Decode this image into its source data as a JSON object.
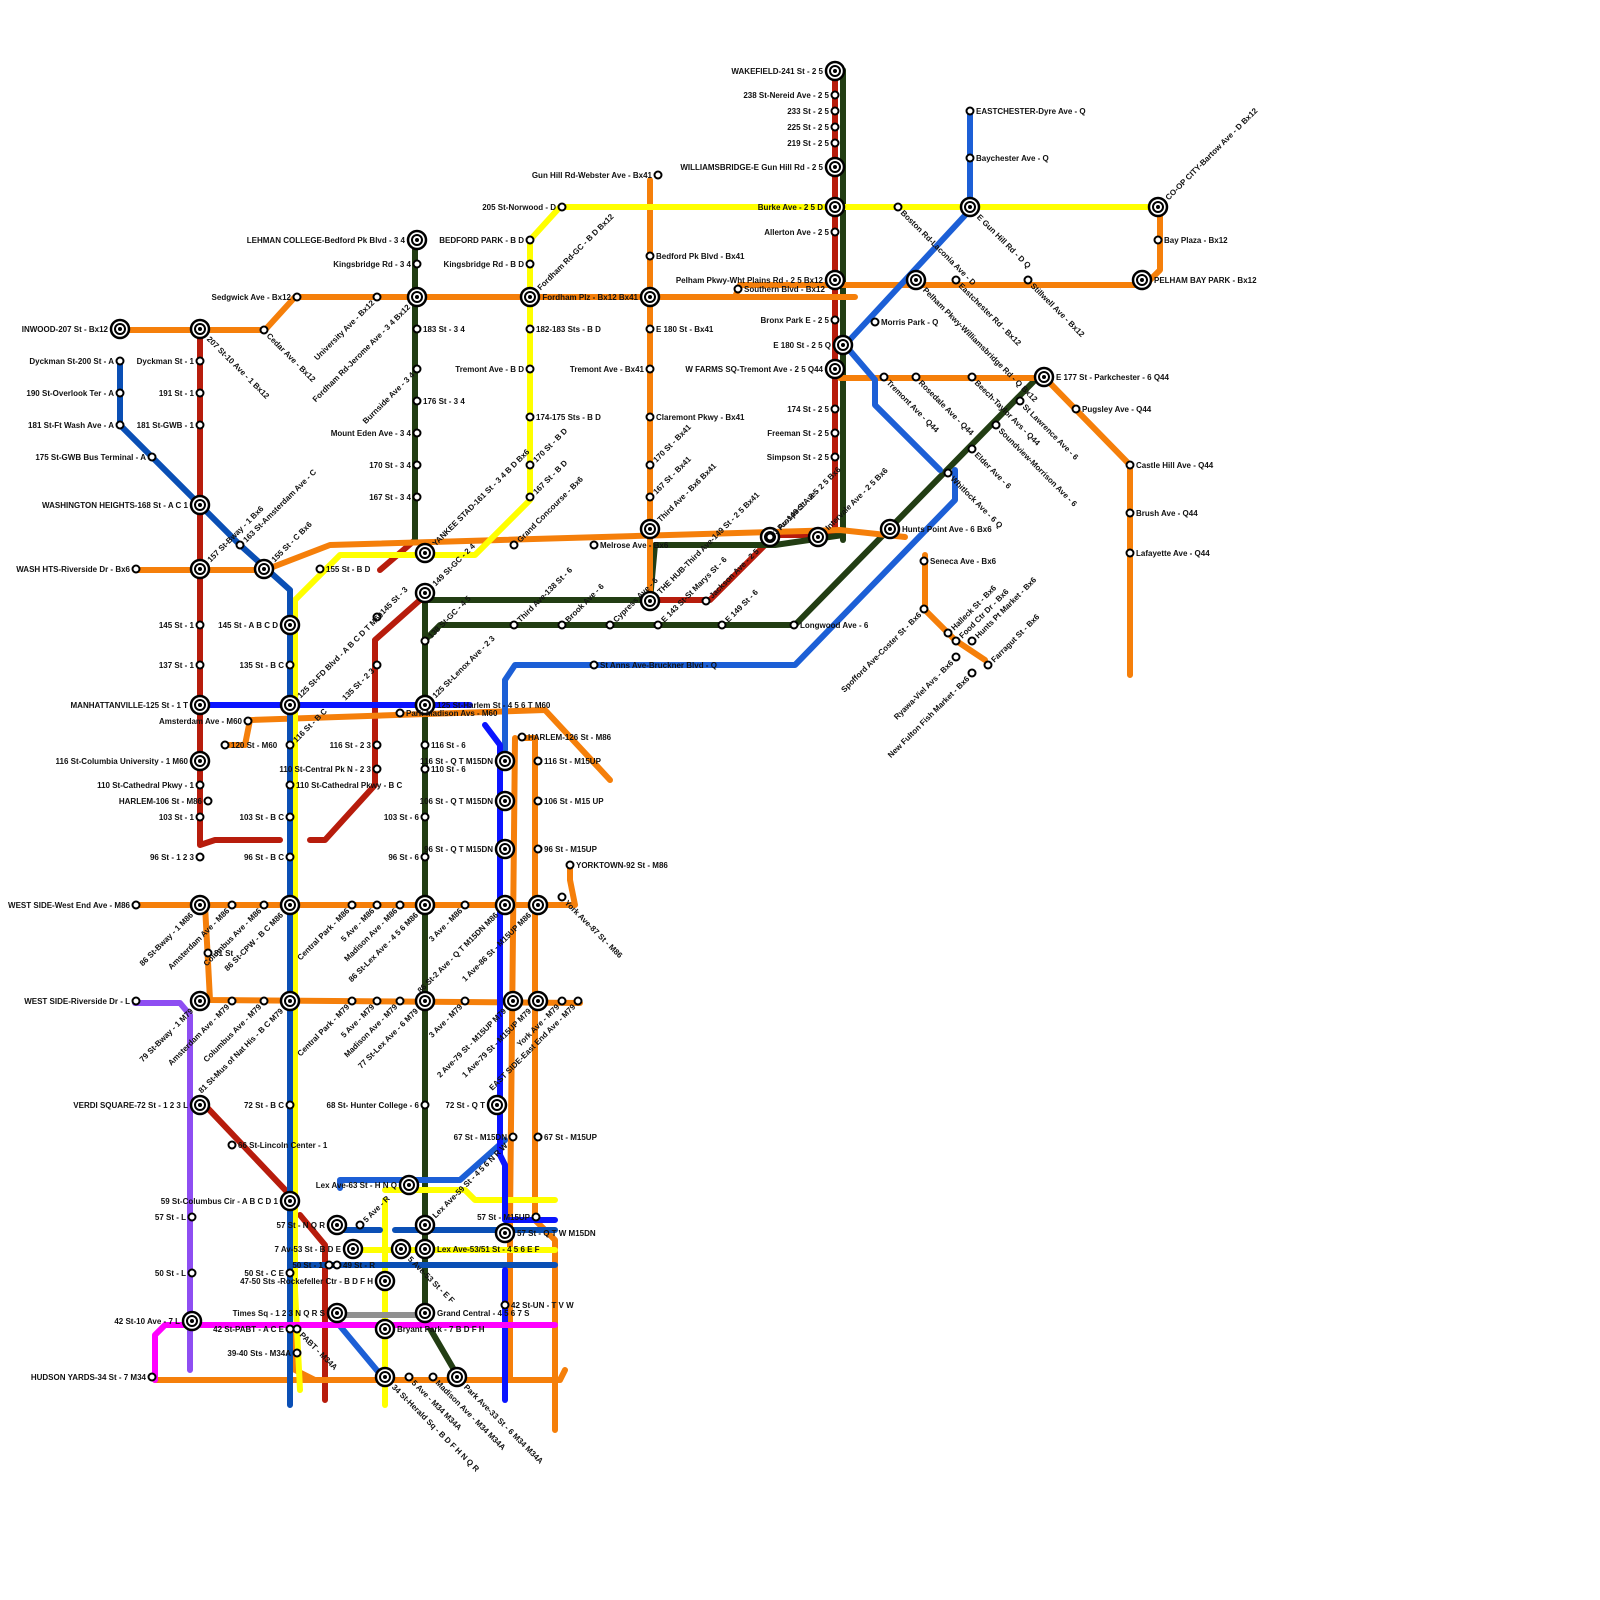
{
  "line_colors": {
    "red": "#b71c0c",
    "dark_green": "#223d13",
    "orange": "#f57f0a",
    "yellow": "#ffff00",
    "blue": "#0a4fb5",
    "light_blue": "#1c5fd6",
    "bright_blue": "#0a14ff",
    "purple": "#8e4ef2",
    "magenta": "#ff00ff",
    "gray": "#909090"
  },
  "stations": {
    "wakefield": "WAKEFIELD-241 St - 2 5",
    "nereid": "238 St-Nereid Ave - 2 5",
    "s233": "233 St - 2 5",
    "s225": "225 St - 2 5",
    "s219": "219 St - 2 5",
    "williamsbridge": "WILLIAMSBRIDGE-E Gun Hill Rd - 2 5",
    "gunhill_webster": "Gun Hill Rd-Webster Ave - Bx41",
    "norwood": "205 St-Norwood - D",
    "burke": "Burke Ave - 2 5 D",
    "boston_rd": "Boston Rd-Laconia Ave - D",
    "e_gun_hill": "E Gun Hill Rd - D Q",
    "eastchester_dyre": "EASTCHESTER-Dyre Ave - Q",
    "baychester": "Baychester Ave - Q",
    "coop_city": "CO-OP CITY-Bartow Ave - D Bx12",
    "bay_plaza": "Bay Plaza - Bx12",
    "pelham_bay": "PELHAM BAY PARK - Bx12",
    "allerton": "Allerton Ave - 2 5",
    "lehman": "LEHMAN COLLEGE-Bedford Pk Blvd - 3 4",
    "bedford_park_bd": "BEDFORD PARK - B D",
    "bedford_pk_bx41": "Bedford Pk Blvd - Bx41",
    "kingsbridge_34": "Kingsbridge Rd - 3 4",
    "kingsbridge_bd": "Kingsbridge Rd - B D",
    "pelham_pkwy": "Pelham Pkwy-Wht Plains Rd - 2 5 Bx12",
    "southern_blvd": "Southern Blvd - Bx12",
    "pelham_pkwy_w": "Pelham Pkwy-Williamsbridge Rd - Q Bx12",
    "eastchester_rd": "Eastchester Rd - Bx12",
    "stillwell": "Stillwell Ave - Bx12",
    "sedgwick": "Sedgwick Ave - Bx12",
    "university": "University Ave - Bx12",
    "fordham_jerome": "Fordham Rd-Jerome Ave - 3 4 Bx12",
    "fordham_gc": "Fordham Rd-GC - B D Bx12",
    "fordham_plz": "Fordham Plz - Bx12 Bx41",
    "inwood": "INWOOD-207 St - Bx12",
    "s207_10ave": "207 St-10 Ave - 1 Bx12",
    "cedar": "Cedar Ave - Bx12",
    "dyckman_a": "Dyckman St-200 St - A",
    "dyckman_1": "Dyckman St - 1",
    "s183": "183 St - 3 4",
    "s182_183": "182-183 Sts - B D",
    "e180_bx41": "E 180 St - Bx41",
    "bronx_park_e": "Bronx Park E - 2 5",
    "morris_park": "Morris Park - Q",
    "e180_25q": "E 180 St - 2 5 Q",
    "overlook": "190 St-Overlook Ter - A",
    "s191": "191 St - 1",
    "burnside": "Burnside Ave - 3 4",
    "tremont_bd": "Tremont Ave - B D",
    "tremont_bx41": "Tremont Ave - Bx41",
    "w_farms": "W FARMS SQ-Tremont Ave - 2 5 Q44",
    "tremont_q44": "Tremont Ave - Q44",
    "rosedale": "Rosedale Ave - Q44",
    "beech_taylor": "Beech-Taylor Avs - Q44",
    "e177_parkchester": "E 177 St - Parkchester - 6 Q44",
    "st_lawrence": "St Lawrence Ave - 6",
    "pugsley": "Pugsley Ave - Q44",
    "s181_wash": "181 St-Ft Wash Ave - A",
    "s181_gwb": "181 St-GWB - 1",
    "s176": "176 St - 3 4",
    "s174_175": "174-175 Sts - B D",
    "claremont": "Claremont Pkwy - Bx41",
    "soundview": "Soundview-Morrison Ave - 6",
    "mount_eden": "Mount Eden Ave - 3 4",
    "s174_25": "174 St - 2 5",
    "elder": "Elder Ave - 6",
    "castle_hill": "Castle Hill Ave - Q44",
    "gwb_terminal": "175 St-GWB Bus Terminal - A",
    "freeman": "Freeman St - 2 5",
    "s170_34": "170 St - 3 4",
    "s170_bd": "170 St - B D",
    "s170_bx41": "170 St - Bx41",
    "simpson": "Simpson St - 2 5",
    "whitlock": "Whitlock Ave - 6 Q",
    "s167_34": "167 St - 3 4",
    "s167_bd": "167 St - B D",
    "s167_bx41": "167 St - Bx41",
    "grand_concourse": "Grand Concourse - Bx6",
    "brush": "Brush Ave - Q44",
    "wash_heights": "WASHINGTON HEIGHTS-168 St - A C 1",
    "third_ave_bx6": "Third Ave - Bx6 Bx41",
    "s163_amsterdam": "163 St-Amsterdam Ave - C",
    "s157": "157 St-Bway - 1 Bx6",
    "prospect": "Prospect Ave - 2 5 Bx6",
    "intervale": "Intervale Ave - 2 5 Bx6",
    "hunts_point": "Hunts Point Ave - 6 Bx6",
    "yankee": "YANKEE STAD-161 St - 3 4 B D Bx6",
    "melrose": "Melrose Ave - Bx6",
    "lafayette": "Lafayette Ave - Q44",
    "wash_hts_riverside": "WASH HTS-Riverside Dr - Bx6",
    "s155_c": "155 St - C Bx6",
    "s155_bd": "155 St - B D",
    "seneca": "Seneca Ave - Bx6",
    "s149_gc": "149 St-GC - 2 4",
    "hub": "THE HUB-Third Ave-149 St - 2 5 Bx41",
    "jackson": "Jackson Ave - 2 5",
    "s3_149": "3 Av-149 St - 2 5",
    "spofford": "Spofford Ave-Coster St - Bx6",
    "halleck": "Halleck St - Bx6",
    "food_ctr": "Food Ctr Dr - Bx6",
    "hunts_pt_market": "Hunts Pt Market - Bx6",
    "s145_abcd": "145 St - A B C D",
    "s145_1": "145 St - 1",
    "s145_3": "145 St - 3",
    "s138_gc": "138 St-GC - 4 5",
    "third_138": "Third Ave-138 St - 6",
    "brook": "Brook Ave - 6",
    "cypress": "Cypress Ave - 6",
    "e143": "E 143 St-St Marys St - 6",
    "e149": "E 149 St - 6",
    "longwood": "Longwood Ave - 6",
    "s137": "137 St - 1",
    "s135_bc": "135 St - B C",
    "s135_23": "135 St - 2 3",
    "st_anns": "St Anns Ave-Bruckner Blvd - Q",
    "s125_lenox": "125 St-Lenox Ave - 2 3",
    "farragut": "Farragut St - Bx6",
    "ryawa": "Ryawa-Viel Avs - Bx6",
    "new_fulton": "New Fulton Fish Market - Bx6",
    "manhattanville": "MANHATTANVILLE-125 St - 1 T",
    "s125_fd": "125 St-FD Blvd - A B C D T M60",
    "harlem_125": "125 St-Harlem St - 4 5 6 T M60",
    "amsterdam_m60": "Amsterdam Ave - M60",
    "park_madison": "Park-Madison Avs - M60",
    "s120_m60": "120 St - M60",
    "harlem_126": "HARLEM-126 St - M86",
    "s116_columbia": "116 St-Columbia University - 1 M60",
    "s116_bc": "116 St - B C",
    "s116_23": "116 St - 2 3",
    "s116_6": "116 St - 6",
    "s116_qt": "116 St - Q T M15DN",
    "s116_m15up": "116 St - M15UP",
    "s110_cath": "110 St-Cathedral Pkwy - 1",
    "s110_cpn": "110 St-Central Pk N - 2 3",
    "s110_bc": "110 St-Cathedral Pkwy - B C",
    "s110_6": "110 St - 6",
    "harlem_106": "HARLEM-106 St - M86",
    "s106_qt": "106 St - Q T M15DN",
    "s106_m15": "106 St - M15 UP",
    "s103_1": "103 St - 1",
    "s103_bc": "103 St - B C",
    "s103_6": "103 St - 6",
    "s96_123": "96 St - 1 2 3",
    "s96_bc": "96 St - B C",
    "s96_6": "96 St - 6",
    "s96_qt": "96 St - Q T M15DN",
    "s96_m15up": "96 St - M15UP",
    "yorktown": "YORKTOWN-92 St - M86",
    "west_side_we": "WEST SIDE-West End Ave - M86",
    "s86_bway": "86 St-Bway - 1 M86",
    "amsterdam_m86": "Amsterdam Ave - M86",
    "columbus_m86": "Columbus Ave - M86",
    "s86_cpw": "86 St-CPW - B C M86",
    "central_park_m86": "Central Park - M86",
    "s5ave_m86": "5 Ave - M86",
    "madison_m86": "Madison Ave - M86",
    "s86_lex": "86 St-Lex Ave - 4 5 6 M86",
    "s3ave_m86": "3 Ave - M86",
    "s86_2ave": "86 St-2 Ave - Q T M15DN M86",
    "s1ave_86": "1 Ave-86 St - M15UP M86",
    "york_87": "York Ave-87 St - M86",
    "s81": "81 St",
    "west_side_rd": "WEST SIDE-Riverside Dr - L",
    "s79_bway": "79 St-Bway - 1 M79",
    "amsterdam_m79": "Amsterdam Ave - M79",
    "columbus_m79": "Columbus Ave - M79",
    "s81_mus": "81 St-Mus of Nat His - B C M79",
    "central_park_m79": "Central Park - M79",
    "s5ave_m79": "5 Ave - M79",
    "madison_m79": "Madison Ave - M79",
    "s77_lex": "77 St-Lex Ave - 6 M79",
    "s3ave_m79": "3 Ave - M79",
    "s2ave_79": "2 Ave-79 St - M15UP M79",
    "s1ave_79": "1 Ave-79 St - M15UP M79",
    "york_m79": "York Ave - M79",
    "east_side": "EAST SIDE-East End Ave - M79",
    "verdi": "VERDI SQUARE-72 St - 1 2 3 L",
    "s72_bc": "72 St - B C",
    "s68_hunter": "68 St- Hunter College - 6",
    "s72_qt": "72 St - Q T",
    "s67_m15dn": "67 St - M15DN",
    "s67_m15up": "67 St - M15UP",
    "s66_lincoln": "66 St-Lincoln Center - 1",
    "lex_63": "Lex Ave-63 St - H N Q",
    "lex_59": "Lex Ave-59 St - 4 5 6 N R W",
    "s59_columbus": "59 St-Columbus Cir - A B C D 1",
    "s57_l": "57 St - L",
    "s57_nqr": "57 St - N Q R",
    "s5ave_r": "5 Ave - R",
    "s57_m15up": "57 St - M15UP",
    "s57_m15dn": "57 St - Q T W M15DN",
    "s7ave_53": "7 Av-53 St - B D E",
    "s5ave_53": "5 Ave-53 St - E F",
    "lex_53": "Lex Ave-53/51 St - 4 5 6 E F",
    "s50_1": "50 St - 1",
    "s49_r": "49 St - R",
    "s50_l": "50 St - L",
    "s50_ce": "50 St - C E",
    "rockefeller": "47-50 Sts -Rockefeller Ctr - B D F H",
    "s42_un": "42 St-UN - T V W",
    "times_sq": "Times Sq - 1 2 3 N Q R S",
    "grand_central": "Grand Central - 4 5 6 7 S",
    "s42_10ave": "42 St-10 Ave - 7 L",
    "s42_pabt": "42 St-PABT - A C E",
    "bryant_park": "Bryant Park - 7 B D F H",
    "pabt_m34a": "PABT - M34A",
    "s39_40": "39-40 Sts - M34A",
    "hudson_yards": "HUDSON YARDS-34 St - 7 M34",
    "herald_sq": "34 St-Herald Sq - B D F H N Q R",
    "s5ave_m34": "5 Ave - M34 M34A",
    "madison_m34": "Madison Ave - M34 M34A",
    "park_33": "Park Ave-33 St - 6 M34 M34A"
  }
}
